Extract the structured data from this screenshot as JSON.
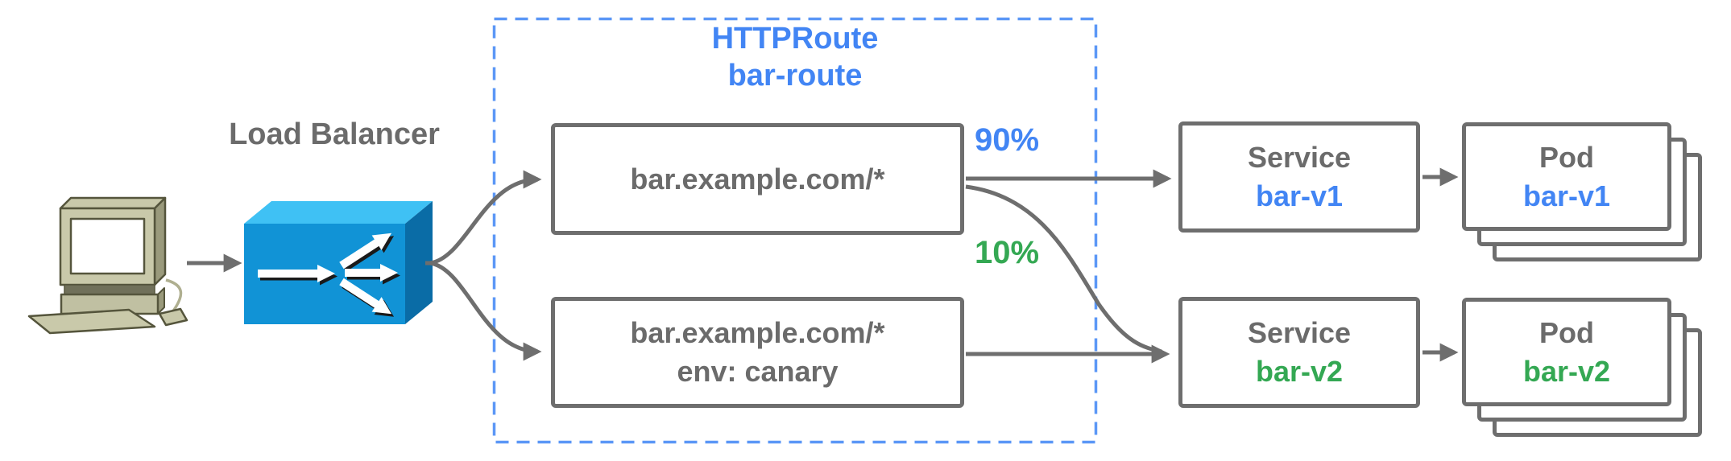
{
  "colors": {
    "accent_blue": "#4285F4",
    "accent_green": "#34A853",
    "line_gray": "#6E6E6E",
    "dashed_border_blue": "#5B97F6",
    "load_balancer_blue": "#1193D6"
  },
  "client": {
    "icon": "desktop-computer-icon"
  },
  "load_balancer": {
    "label": "Load Balancer",
    "icon": "load-balancer-icon"
  },
  "httproute": {
    "kind": "HTTPRoute",
    "name": "bar-route",
    "rules": [
      {
        "match": "bar.example.com/*",
        "weight": "90%"
      },
      {
        "match": "bar.example.com/*",
        "header": "env: canary",
        "weight": "10%"
      }
    ]
  },
  "services": [
    {
      "kind": "Service",
      "name": "bar-v1"
    },
    {
      "kind": "Service",
      "name": "bar-v2"
    }
  ],
  "pods": [
    {
      "kind": "Pod",
      "name": "bar-v1"
    },
    {
      "kind": "Pod",
      "name": "bar-v2"
    }
  ]
}
